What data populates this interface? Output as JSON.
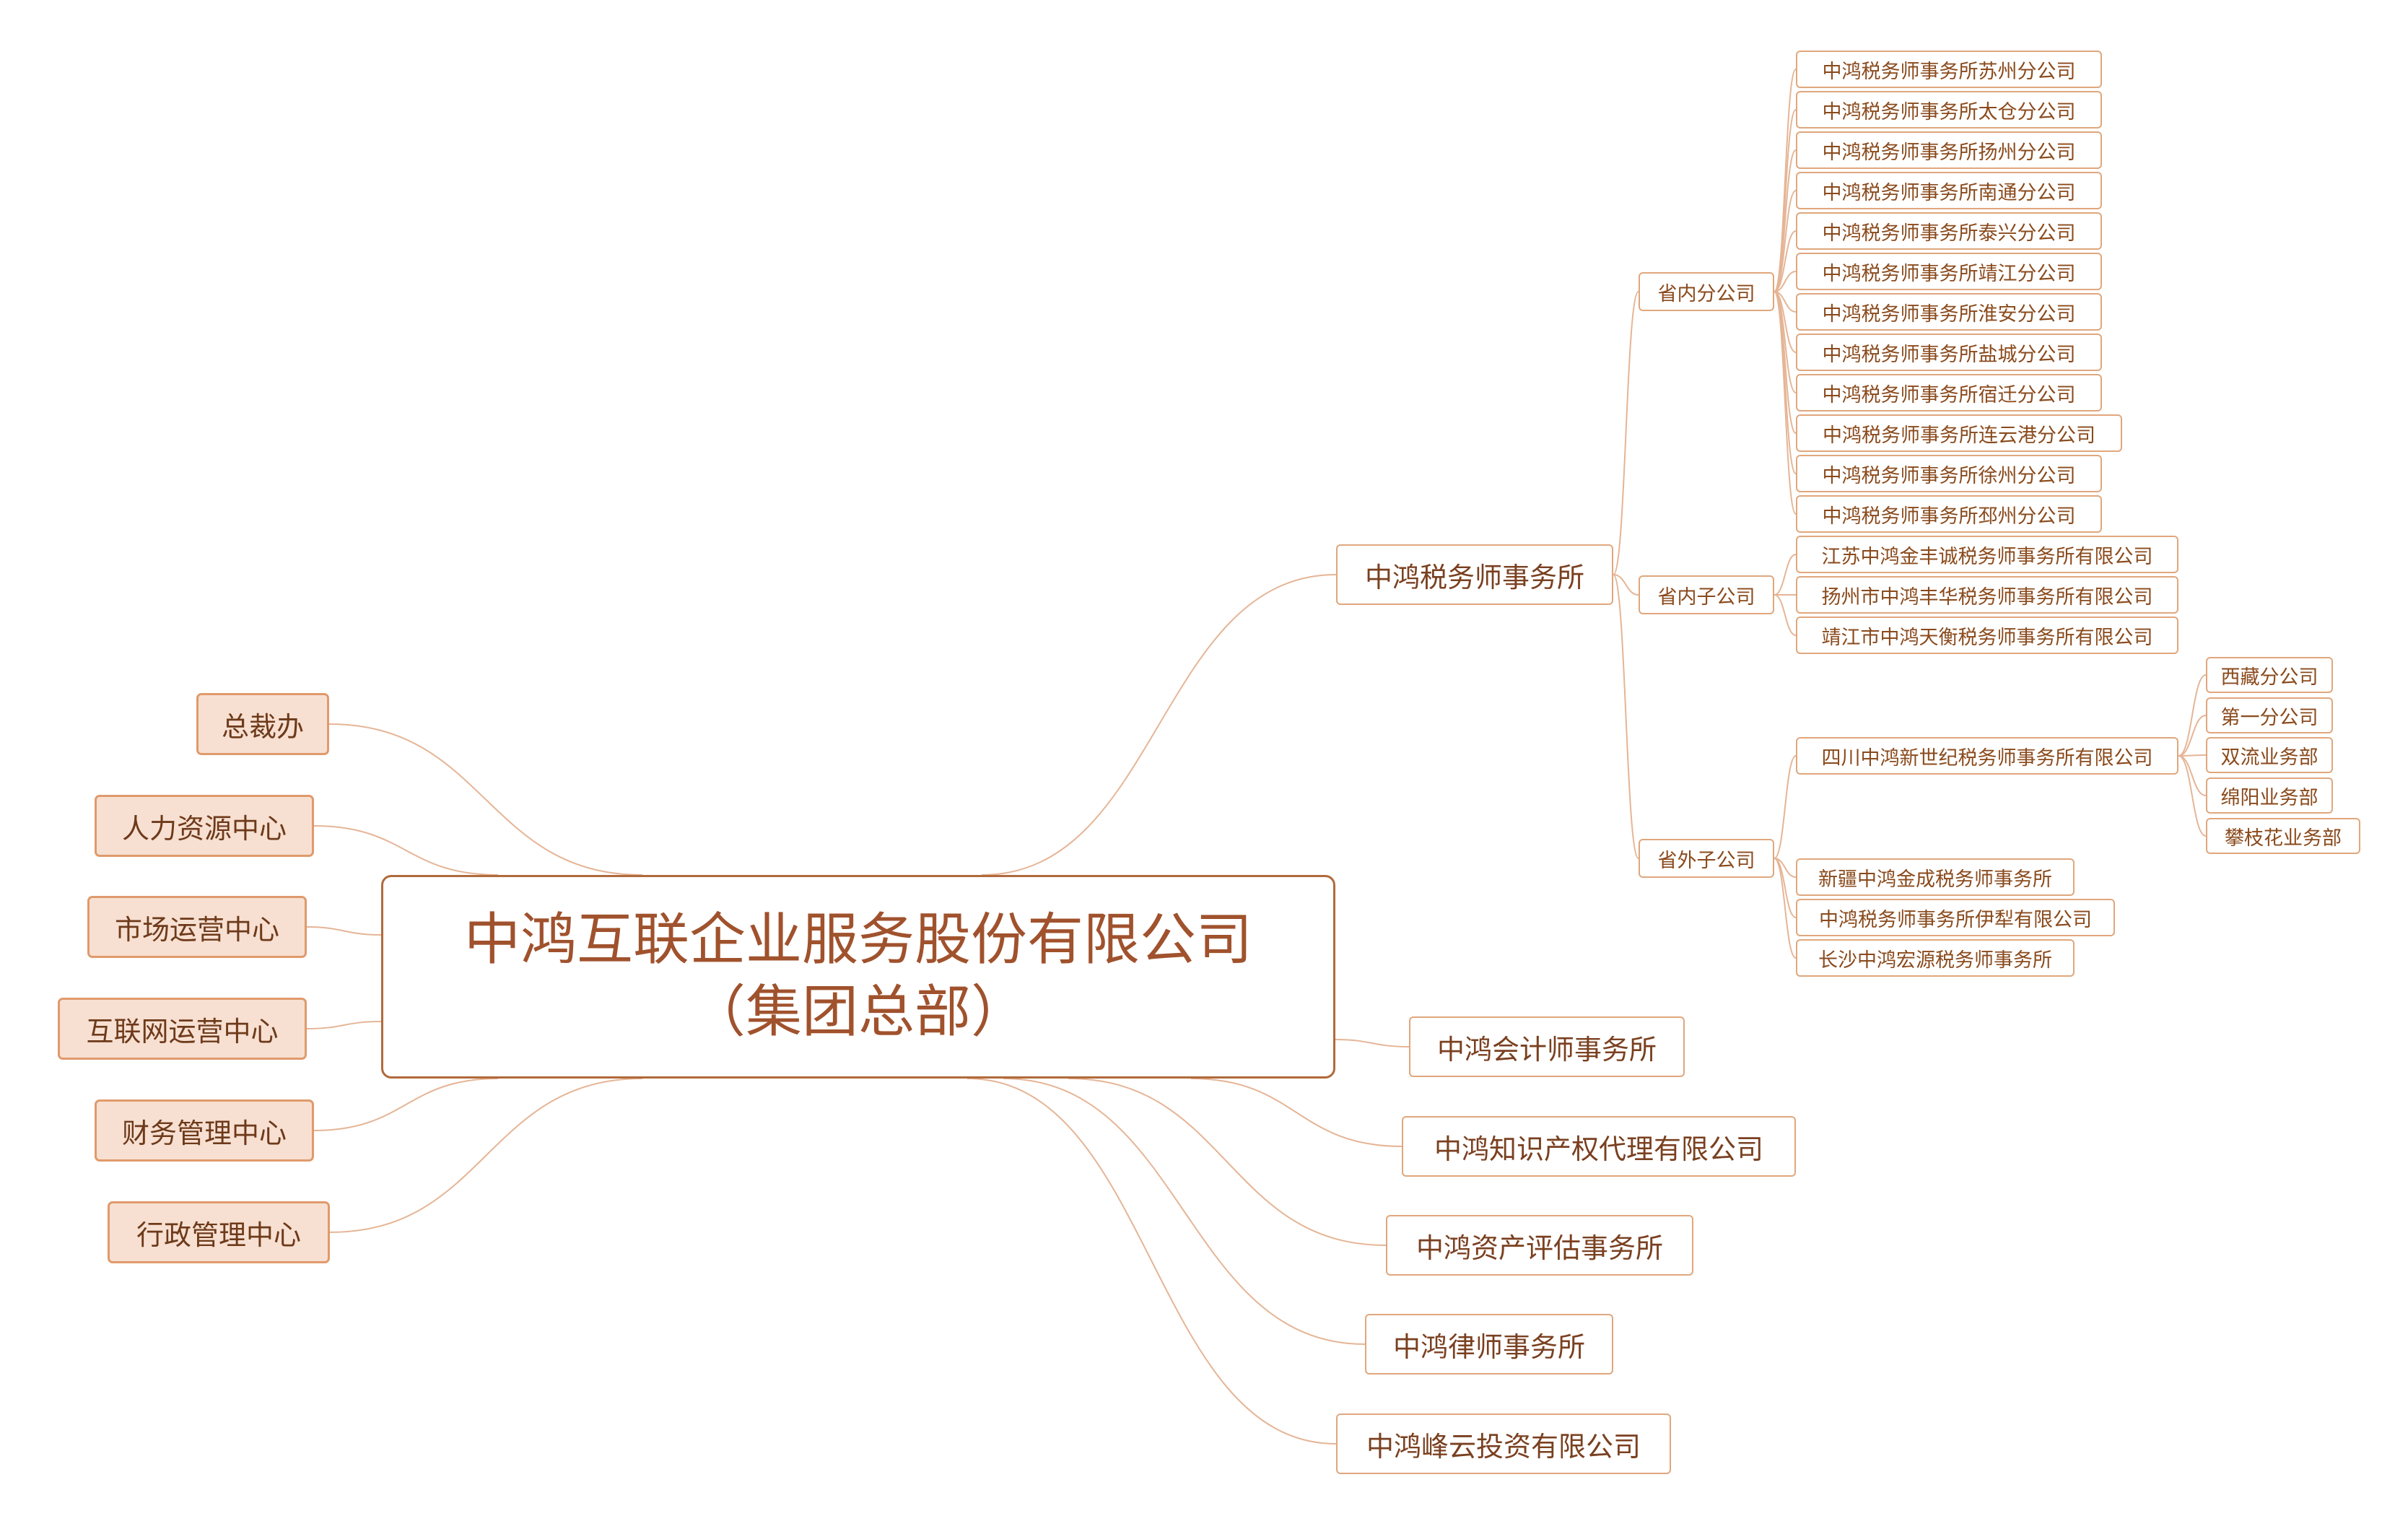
{
  "root": {
    "line1": "中鸿互联企业服务股份有限公司",
    "line2": "（集团总部）"
  },
  "left_nodes": [
    "总裁办",
    "人力资源中心",
    "市场运营中心",
    "互联网运营中心",
    "财务管理中心",
    "行政管理中心"
  ],
  "tax_firm": {
    "label": "中鸿税务师事务所",
    "in_province_branches": {
      "label": "省内分公司",
      "items": [
        "中鸿税务师事务所苏州分公司",
        "中鸿税务师事务所太仓分公司",
        "中鸿税务师事务所扬州分公司",
        "中鸿税务师事务所南通分公司",
        "中鸿税务师事务所泰兴分公司",
        "中鸿税务师事务所靖江分公司",
        "中鸿税务师事务所淮安分公司",
        "中鸿税务师事务所盐城分公司",
        "中鸿税务师事务所宿迁分公司",
        "中鸿税务师事务所连云港分公司",
        "中鸿税务师事务所徐州分公司",
        "中鸿税务师事务所邳州分公司"
      ]
    },
    "in_province_subsidiaries": {
      "label": "省内子公司",
      "items": [
        "江苏中鸿金丰诚税务师事务所有限公司",
        "扬州市中鸿丰华税务师事务所有限公司",
        "靖江市中鸿天衡税务师事务所有限公司"
      ]
    },
    "out_province_subsidiaries": {
      "label": "省外子公司",
      "sichuan": {
        "label": "四川中鸿新世纪税务师事务所有限公司",
        "items": [
          "西藏分公司",
          "第一分公司",
          "双流业务部",
          "绵阳业务部",
          "攀枝花业务部"
        ]
      },
      "items": [
        "新疆中鸿金成税务师事务所",
        "中鸿税务师事务所伊犁有限公司",
        "长沙中鸿宏源税务师事务所"
      ]
    }
  },
  "right_nodes": [
    "中鸿会计师事务所",
    "中鸿知识产权代理有限公司",
    "中鸿资产评估事务所",
    "中鸿律师事务所",
    "中鸿峰云投资有限公司"
  ],
  "colors": {
    "edge": "#e5b596",
    "node_border": "#e0a77d",
    "text": "#8a4a1c",
    "root_border": "#b06a3c",
    "left_fill": "#f7e0d2"
  }
}
